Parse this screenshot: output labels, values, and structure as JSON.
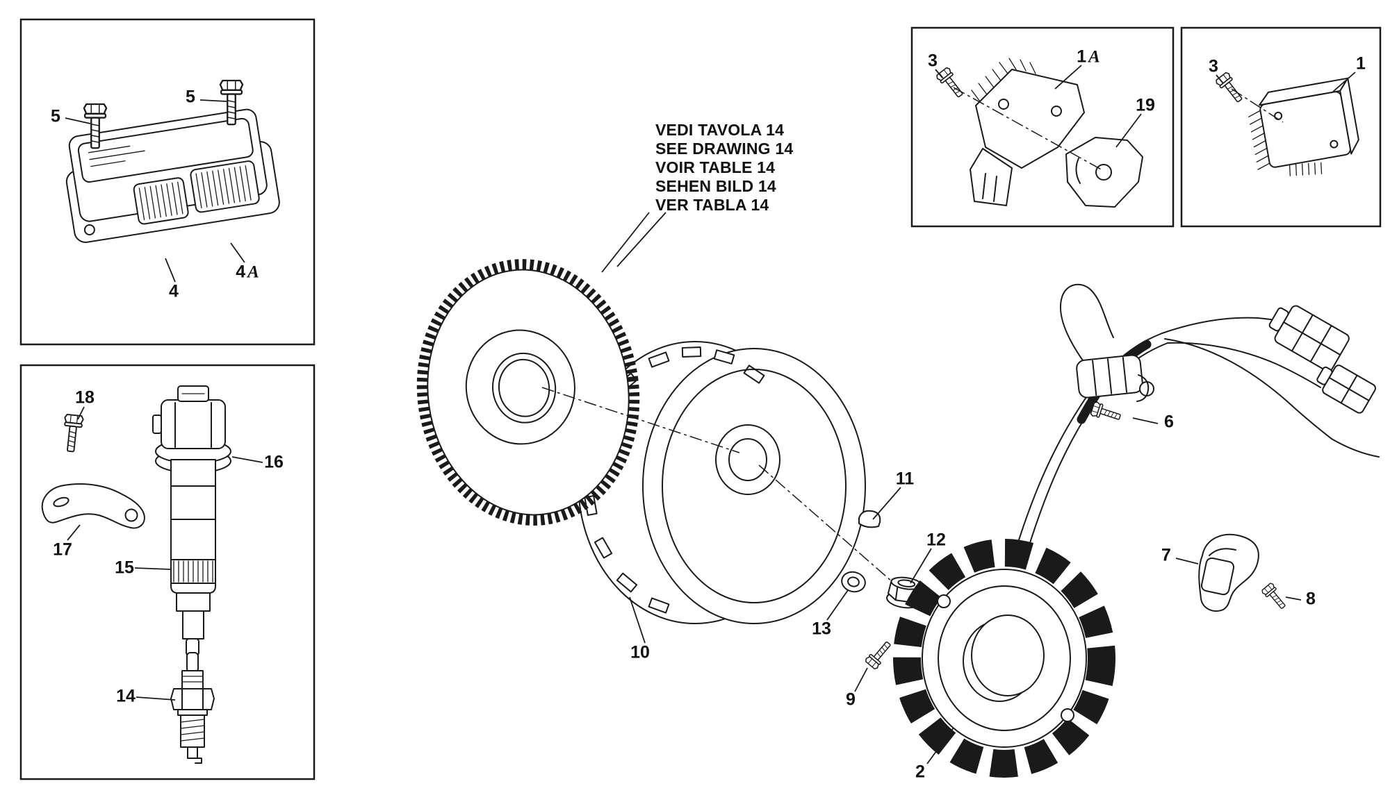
{
  "colors": {
    "background": "#ffffff",
    "line": "#1a1a1a",
    "text": "#111111"
  },
  "note": {
    "lines": [
      "VEDI TAVOLA 14",
      "SEE DRAWING 14",
      "VOIR TABLE 14",
      "SEHEN BILD 14",
      "VER TABLA 14"
    ]
  },
  "labels": {
    "bolt5_left": "5",
    "bolt5_right": "5",
    "ecu4": "4",
    "ecu4a_num": "4",
    "ecu4a_suffix": "A",
    "screw18": "18",
    "bracket17": "17",
    "ring16": "16",
    "coil15": "15",
    "spark_plug14": "14",
    "screw3_left": "3",
    "reg1a_num": "1",
    "reg1a_suffix": "A",
    "cover19": "19",
    "screw3_right": "3",
    "regulator1": "1",
    "sensor6": "6",
    "boot7": "7",
    "screw8": "8",
    "screw9": "9",
    "flywheel10": "10",
    "key11": "11",
    "nut12": "12",
    "washer13": "13",
    "stator2": "2"
  }
}
